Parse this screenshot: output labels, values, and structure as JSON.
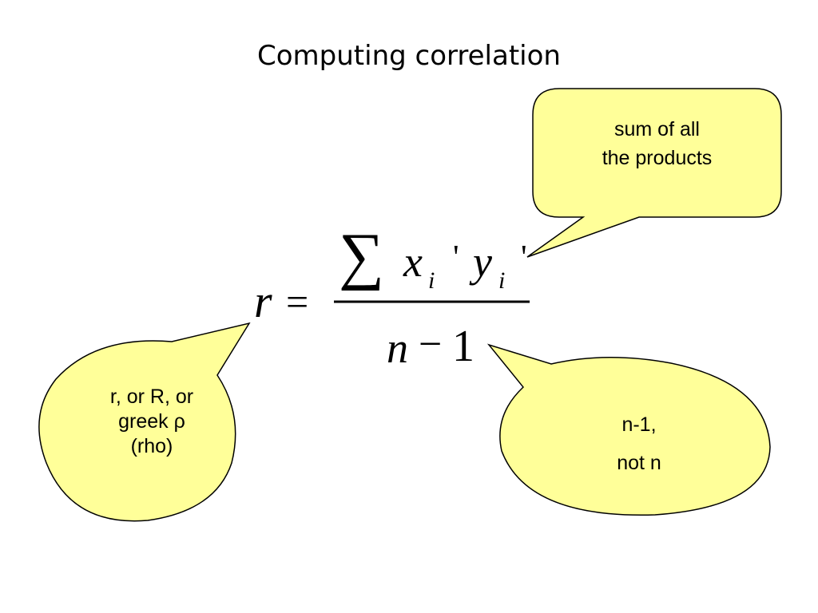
{
  "slide": {
    "title": "Computing correlation"
  },
  "formula": {
    "lhs": "r",
    "equals": "=",
    "sum": "∑",
    "x": "x",
    "x_sub": "i",
    "prime": "'",
    "y": "y",
    "y_sub": "i",
    "denominator_n": "n",
    "denominator_minus": "−",
    "denominator_one": "1"
  },
  "callouts": {
    "top_right": {
      "line1": "sum of all",
      "line2": "the products"
    },
    "left": {
      "line1": "r,  or R, or",
      "line2": "greek ρ",
      "line3": "(rho)"
    },
    "bottom_right": {
      "line1": "n-1,",
      "line2": "not  n"
    }
  },
  "colors": {
    "bubble_fill": "#FFFF99",
    "bubble_stroke": "#000000"
  }
}
